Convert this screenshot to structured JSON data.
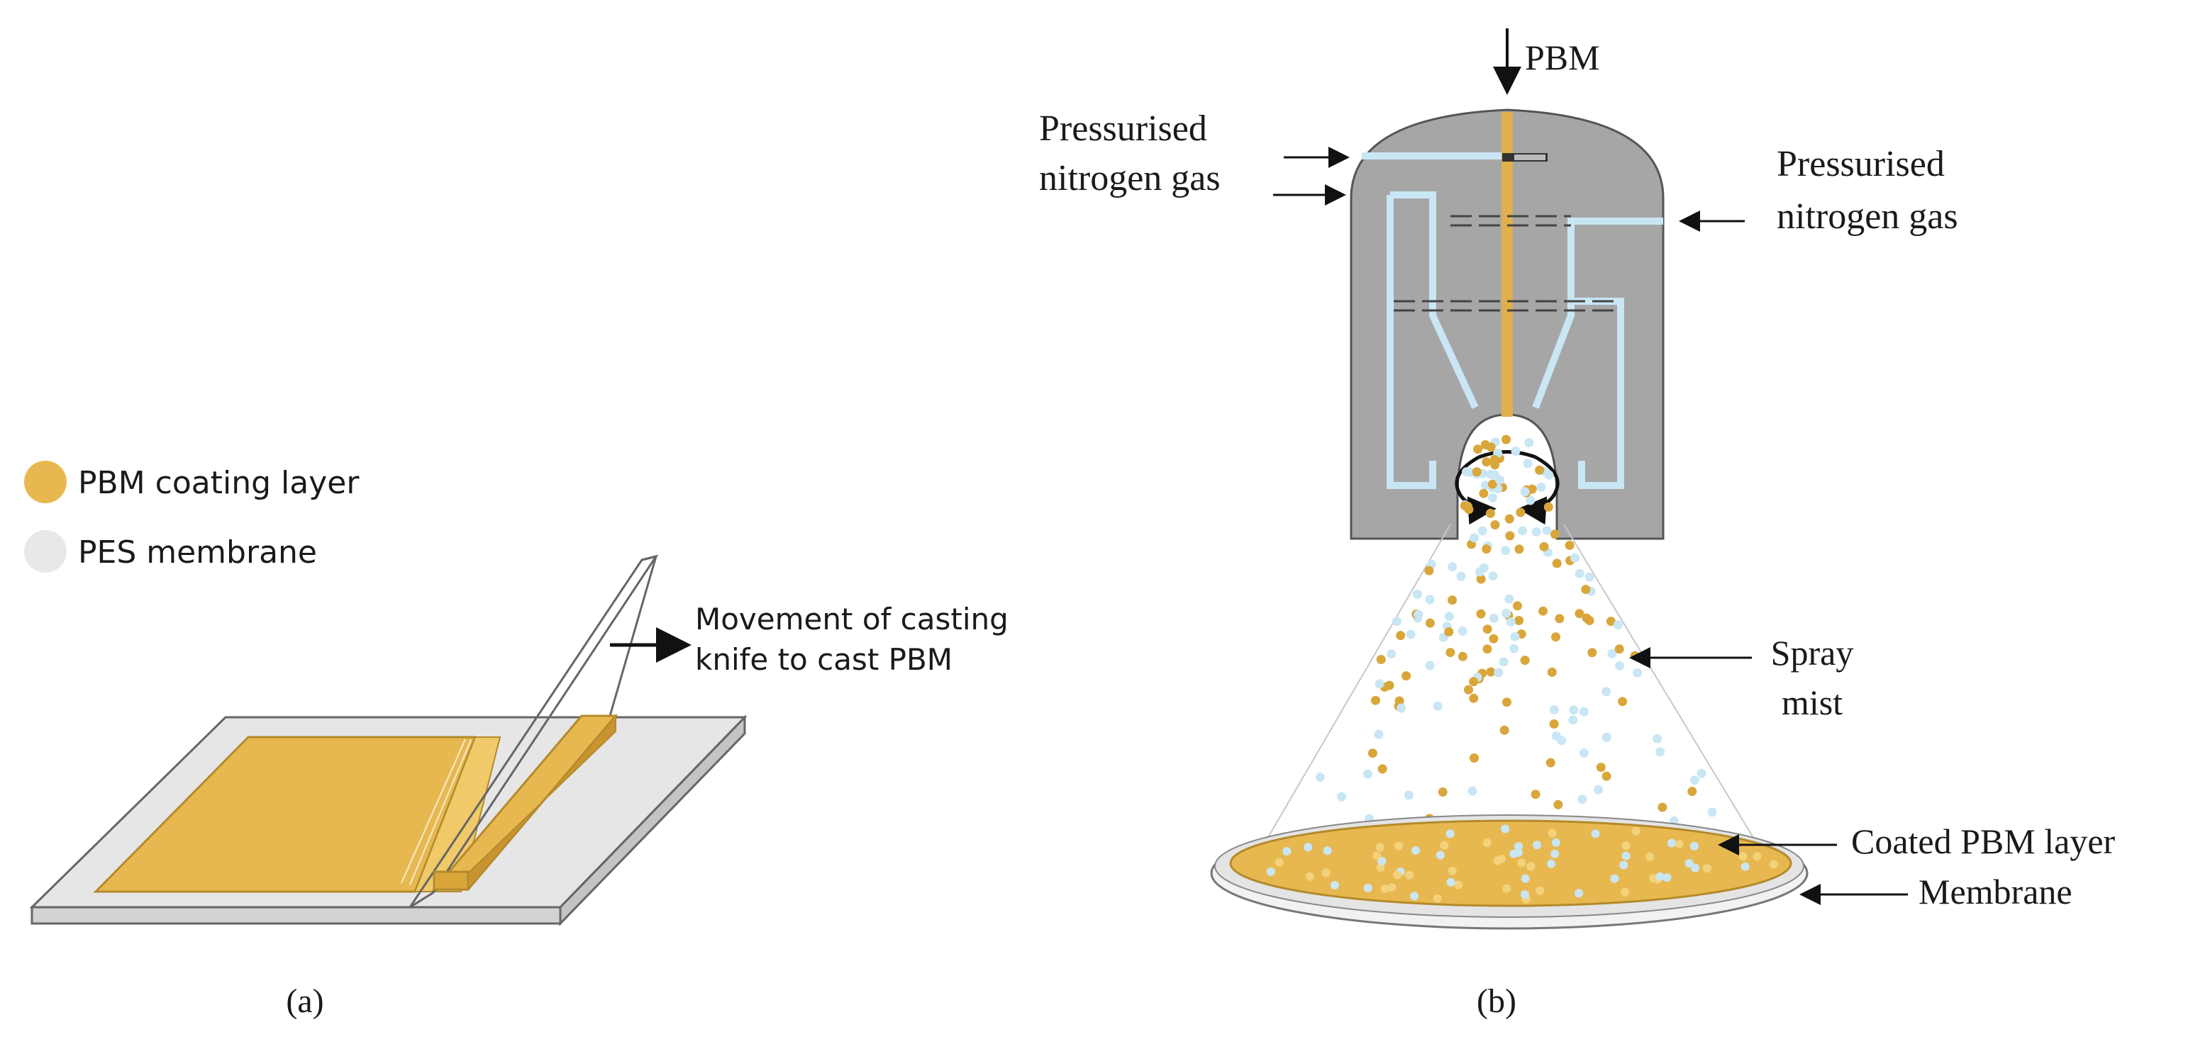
{
  "colors": {
    "pbm": "#e8b850",
    "pbm_dark": "#d9a63a",
    "pes": "#e8e8e8",
    "nozzle": "#a6a6a6",
    "gas_line": "#c9e6f5",
    "outline": "#555555"
  },
  "panel_a": {
    "legend": [
      {
        "label": "PBM coating layer",
        "color": "#e8b850"
      },
      {
        "label": "PES membrane",
        "color": "#e8e8e8"
      }
    ],
    "annotation_line1": "Movement of casting",
    "annotation_line2": "knife to cast PBM",
    "caption": "(a)"
  },
  "panel_b": {
    "input_label": "PBM",
    "gas_left_line1": "Pressurised",
    "gas_left_line2": "nitrogen gas",
    "gas_right_line1": "Pressurised",
    "gas_right_line2": "nitrogen gas",
    "spray_line1": "Spray",
    "spray_line2": "mist",
    "coated_label": "Coated PBM layer",
    "membrane_label": "Membrane",
    "caption": "(b)"
  }
}
